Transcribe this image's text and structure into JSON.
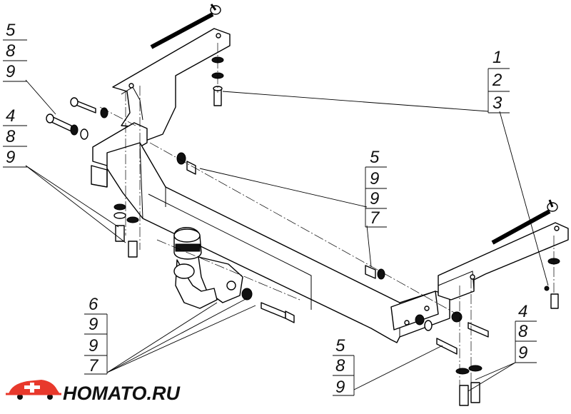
{
  "callouts": {
    "top_left": {
      "numbers": [
        "5",
        "8",
        "9"
      ]
    },
    "mid_left": {
      "numbers": [
        "4",
        "8",
        "9"
      ]
    },
    "top_right": {
      "numbers": [
        "1",
        "2",
        "3"
      ]
    },
    "center": {
      "numbers": [
        "5",
        "9",
        "9",
        "7"
      ]
    },
    "bottom_left": {
      "numbers": [
        "6",
        "9",
        "9",
        "7"
      ]
    },
    "bottom_mid": {
      "numbers": [
        "5",
        "8",
        "9"
      ]
    },
    "bottom_right": {
      "numbers": [
        "4",
        "8",
        "9"
      ]
    }
  },
  "logo": {
    "text": "HOMATO.RU",
    "icon": "car-silhouette-icon",
    "colors": {
      "accent": "#e8392c",
      "text": "#111111"
    }
  }
}
